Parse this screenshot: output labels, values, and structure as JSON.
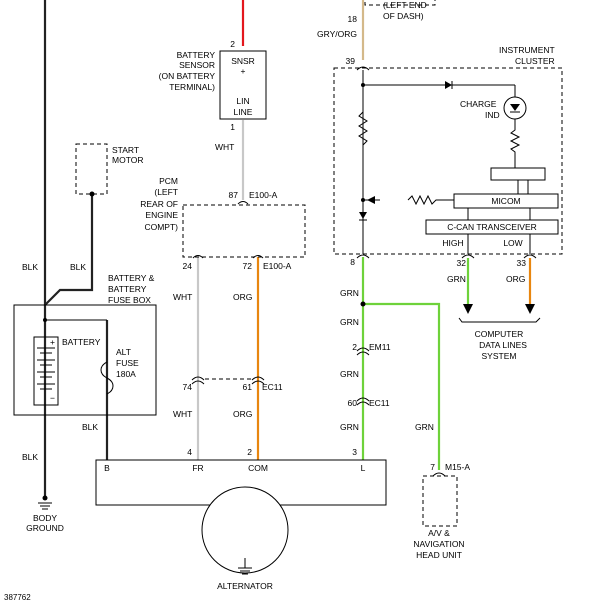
{
  "labels": {
    "battery_sensor": [
      "BATTERY",
      "SENSOR",
      "(ON BATTERY",
      "TERMINAL)"
    ],
    "snsr": "SNSR",
    "plus": "+",
    "lin": "LIN",
    "line": "LINE",
    "start_motor": [
      "START",
      "MOTOR"
    ],
    "pcm": [
      "PCM",
      "(LEFT",
      "REAR OF",
      "ENGINE",
      "COMPT)"
    ],
    "bat_fuse_box": [
      "BATTERY &",
      "BATTERY",
      "FUSE BOX"
    ],
    "battery": "BATTERY",
    "alt_fuse": [
      "ALT",
      "FUSE",
      "180A"
    ],
    "body_ground": [
      "BODY",
      "GROUND"
    ],
    "alternator": "ALTERNATOR",
    "instrument_cluster": [
      "INSTRUMENT",
      "CLUSTER"
    ],
    "charge_ind": [
      "CHARGE",
      "IND"
    ],
    "micom": "MICOM",
    "ccan": "C-CAN TRANSCEIVER",
    "high": "HIGH",
    "low": "LOW",
    "computer_data": [
      "COMPUTER",
      "DATA LINES",
      "SYSTEM"
    ],
    "av_nav": [
      "A/V &",
      "NAVIGATION",
      "HEAD UNIT"
    ],
    "dash": [
      "(LEFT END",
      "OF DASH)"
    ],
    "diagram_id": "387762"
  },
  "wires": {
    "wht": "WHT",
    "blk": "BLK",
    "org": "ORG",
    "grn": "GRN",
    "gry_org": "GRY/ORG"
  },
  "pins": {
    "p2": "2",
    "p1": "1",
    "p87": "87",
    "p24": "24",
    "p72": "72",
    "p74": "74",
    "p61": "61",
    "p4": "4",
    "p2b": "2",
    "p3": "3",
    "p18": "18",
    "p39": "39",
    "p8": "8",
    "p32": "32",
    "p33": "33",
    "p2c": "2",
    "p60": "60",
    "p7": "7"
  },
  "connectors": {
    "e100a_top": "E100-A",
    "e100a_bot": "E100-A",
    "ec11_a": "EC11",
    "em11": "EM11",
    "ec11_b": "EC11",
    "m15a": "M15-A"
  },
  "alternator_terminals": {
    "b": "B",
    "fr": "FR",
    "com": "COM",
    "l": "L"
  },
  "colors": {
    "wht": "#c8c8c8",
    "org": "#e8860f",
    "grn": "#6ed23a",
    "red": "#e3171d",
    "blk": "#222222",
    "gry_org": "#d4b98a"
  }
}
